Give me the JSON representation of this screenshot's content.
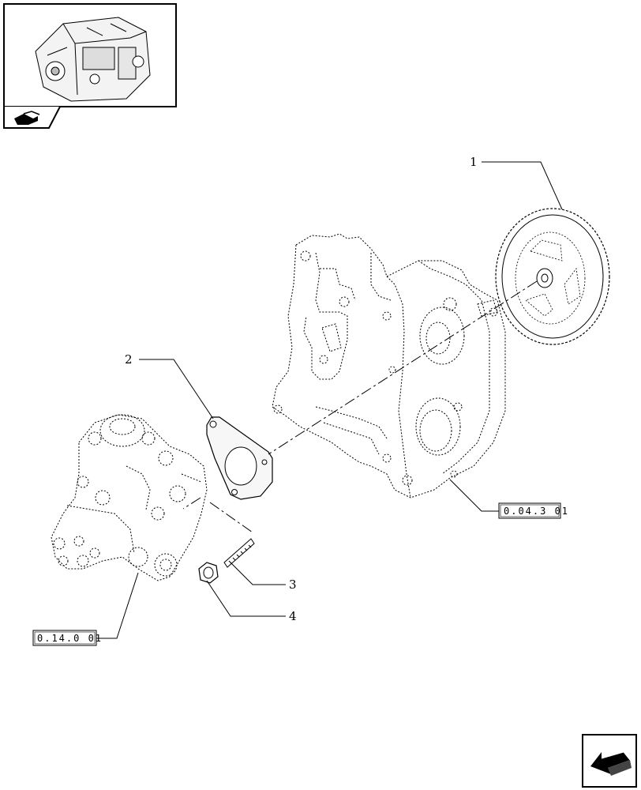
{
  "callouts": [
    {
      "id": "1",
      "label": "1"
    },
    {
      "id": "2",
      "label": "2"
    },
    {
      "id": "3",
      "label": "3"
    },
    {
      "id": "4",
      "label": "4"
    }
  ],
  "references": {
    "timing_cover": "0.04.3 01",
    "injection_pump": "0.14.0 01"
  },
  "icons": {
    "thumbnail": "engine-thumbnail-icon",
    "navigation": "previous-page-arrow-icon"
  }
}
